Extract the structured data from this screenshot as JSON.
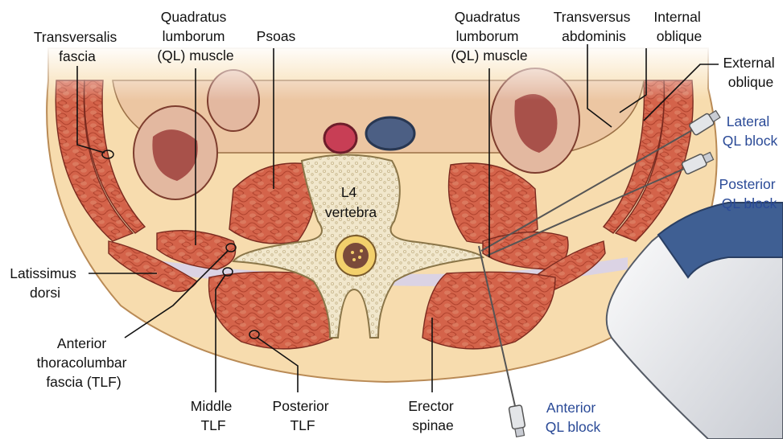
{
  "labels": {
    "transversalis_fascia": [
      "Transversalis",
      "fascia"
    ],
    "ql_muscle_left": [
      "Quadratus",
      "lumborum",
      "(QL) muscle"
    ],
    "psoas": [
      "Psoas"
    ],
    "ql_muscle_right": [
      "Quadratus",
      "lumborum",
      "(QL) muscle"
    ],
    "transversus_abdominis": [
      "Transversus",
      "abdominis"
    ],
    "internal_oblique": [
      "Internal",
      "oblique"
    ],
    "external_oblique": [
      "External",
      "oblique"
    ],
    "lateral_ql_block": [
      "Lateral",
      "QL block"
    ],
    "posterior_ql_block": [
      "Posterior",
      "QL block"
    ],
    "anterior_ql_block": [
      "Anterior",
      "QL block"
    ],
    "latissimus_dorsi": [
      "Latissimus",
      "dorsi"
    ],
    "anterior_tlf": [
      "Anterior",
      "thoracolumbar",
      "fascia (TLF)"
    ],
    "middle_tlf": [
      "Middle",
      "TLF"
    ],
    "posterior_tlf": [
      "Posterior",
      "TLF"
    ],
    "erector_spinae": [
      "Erector",
      "spinae"
    ],
    "vertebra": [
      "L4",
      "vertebra"
    ]
  },
  "colors": {
    "skin_fat": "#f7dcae",
    "muscle": "#d9694f",
    "fascia": "#d7d2ea",
    "bone": "#f3ecd6",
    "block_label": "#2a4a97",
    "probe": "#3f5f93"
  }
}
